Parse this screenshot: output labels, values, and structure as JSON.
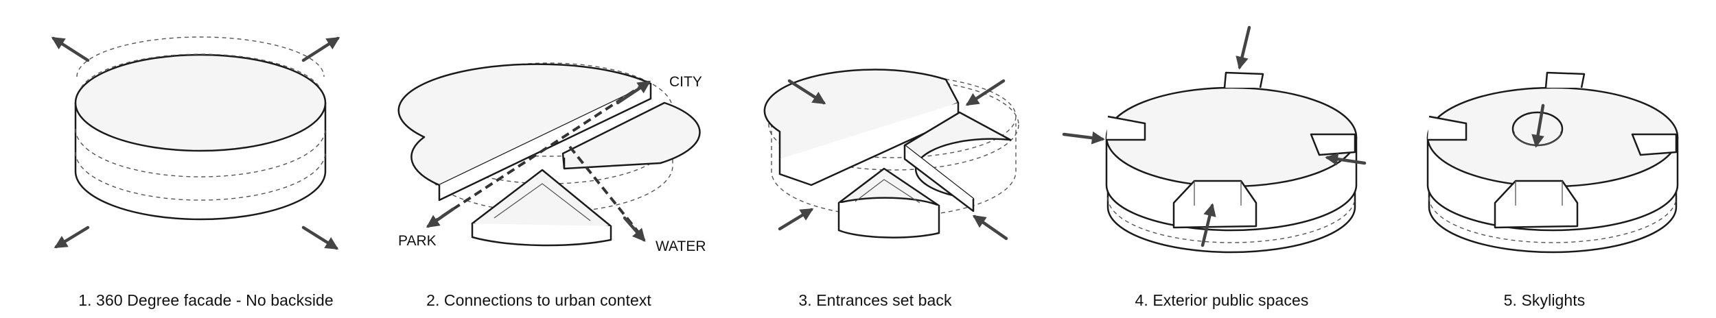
{
  "panels": [
    {
      "caption": "1. 360 Degree facade - No backside"
    },
    {
      "caption": "2. Connections to urban context",
      "labels": {
        "city": "CITY",
        "park": "PARK",
        "water": "WATER"
      }
    },
    {
      "caption": "3. Entrances set back"
    },
    {
      "caption": "4. Exterior public spaces"
    },
    {
      "caption": "5. Skylights"
    }
  ],
  "colors": {
    "line": "#1a1a1a",
    "arrow": "#444444",
    "roof": "#f5f5f5",
    "background": "#ffffff"
  }
}
